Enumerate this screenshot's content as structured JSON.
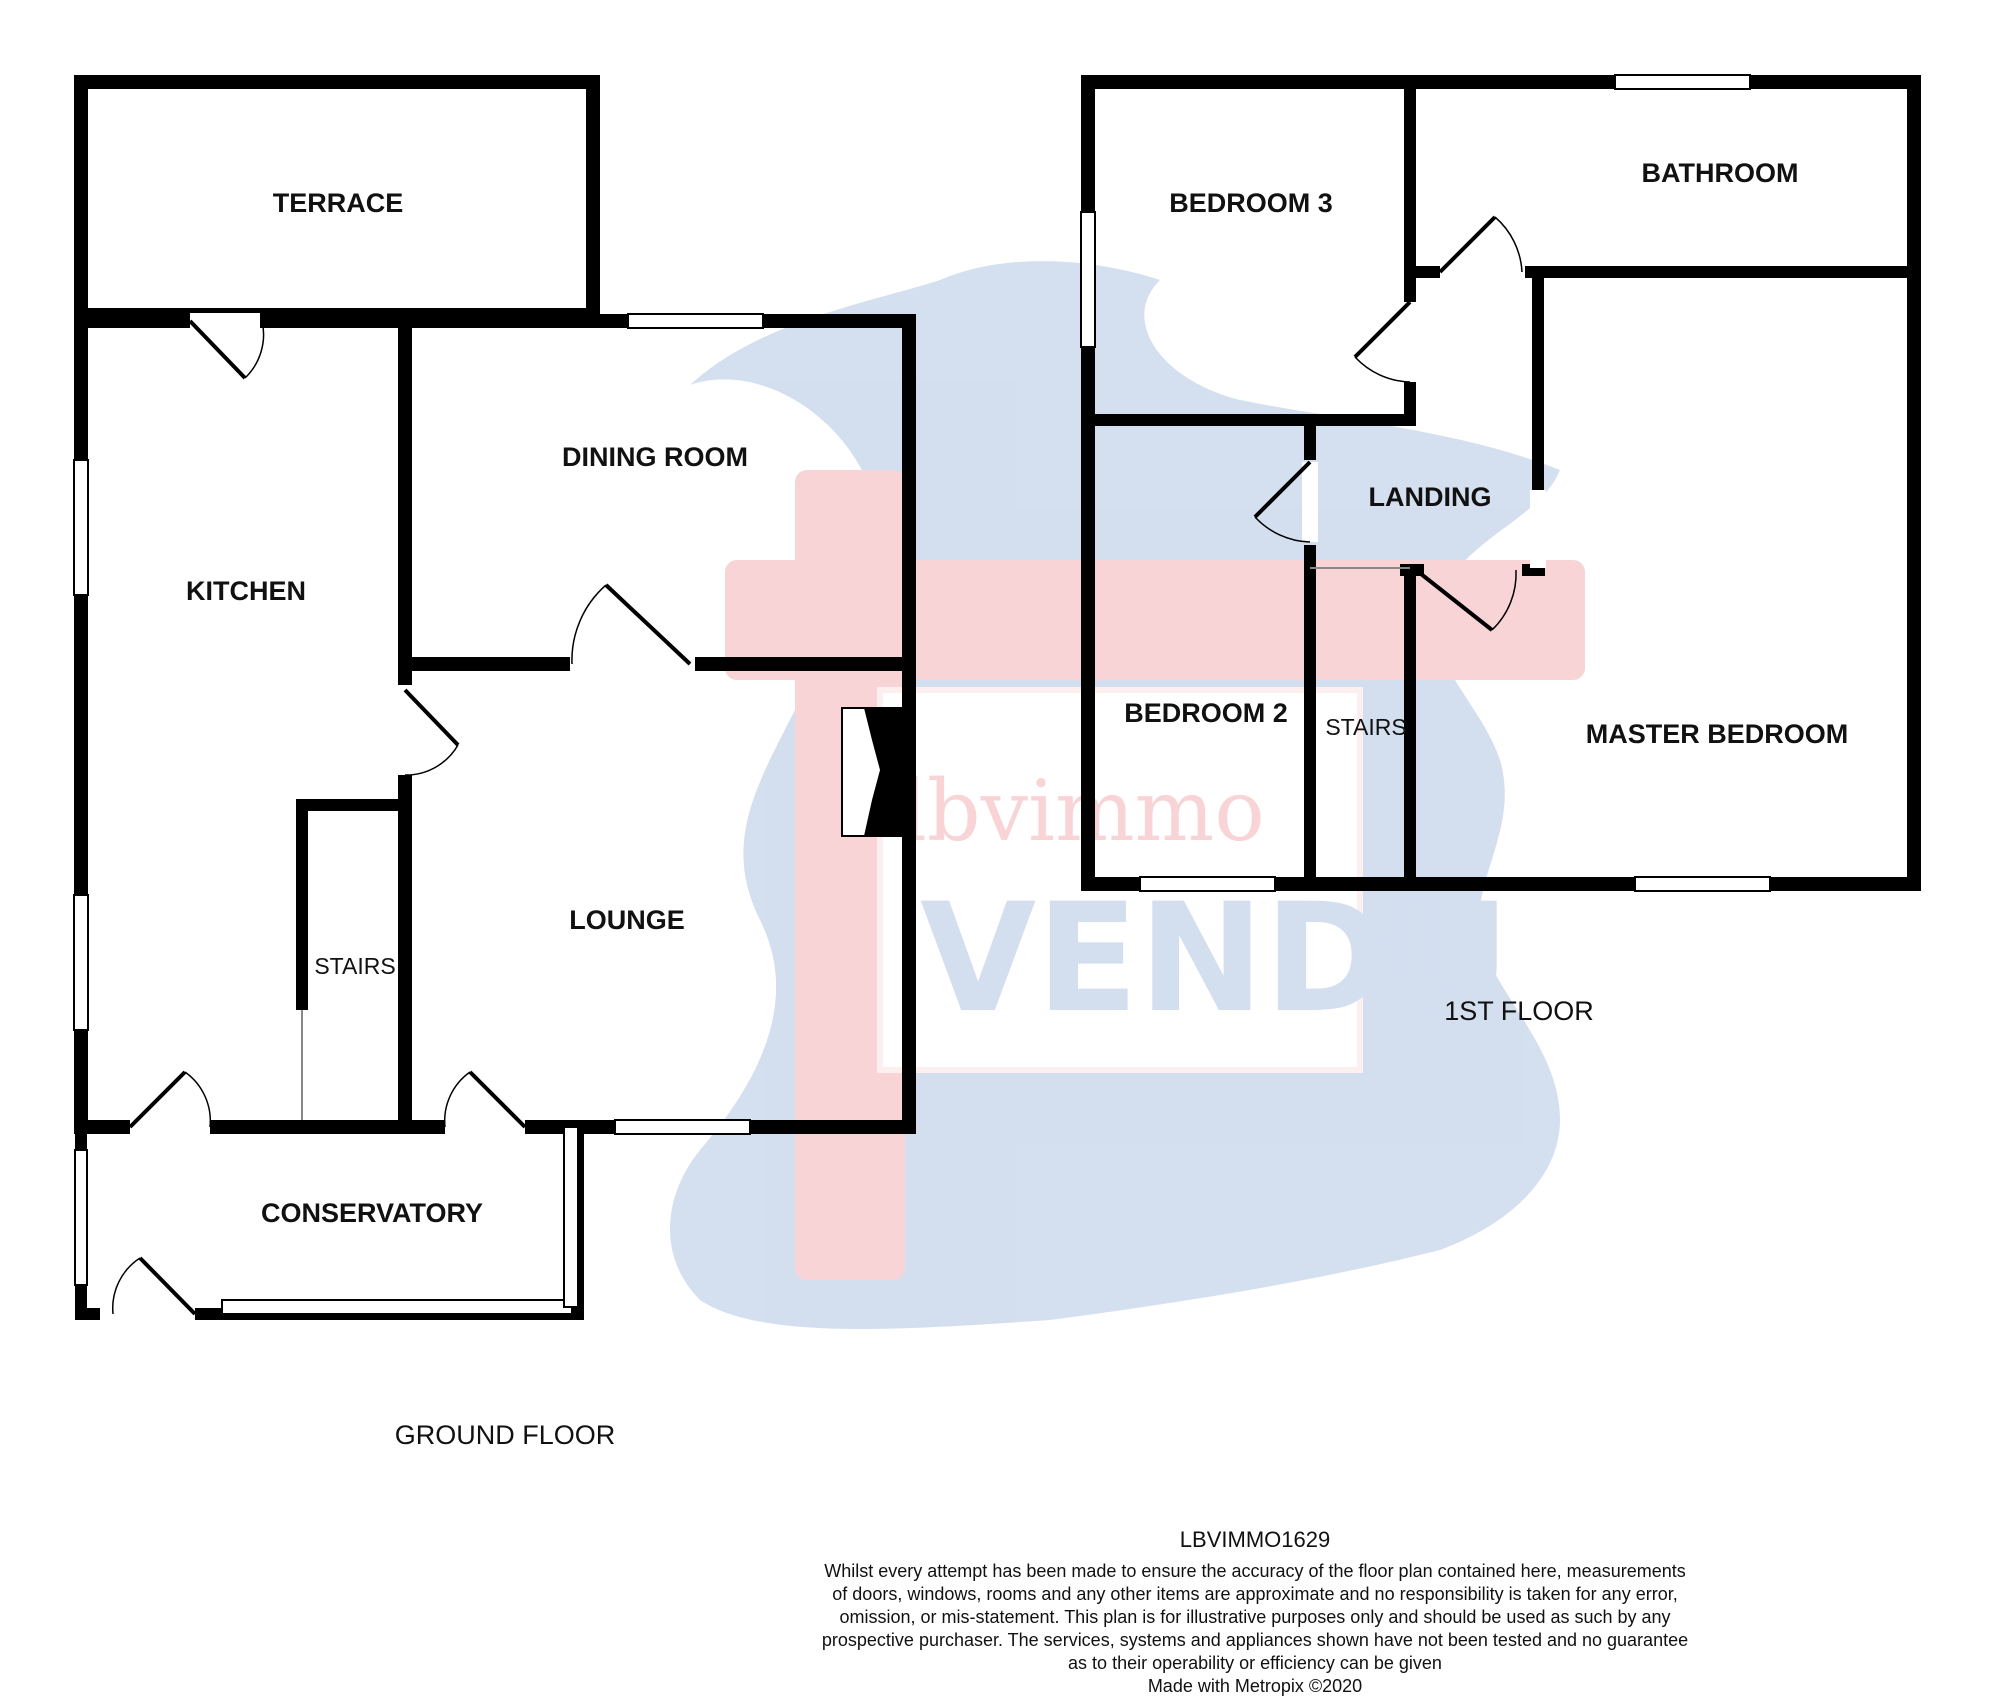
{
  "ground_floor": {
    "label": "GROUND FLOOR",
    "rooms": {
      "terrace": "TERRACE",
      "dining_room": "DINING ROOM",
      "kitchen": "KITCHEN",
      "lounge": "LOUNGE",
      "stairs": "STAIRS",
      "conservatory": "CONSERVATORY"
    }
  },
  "first_floor": {
    "label": "1ST FLOOR",
    "rooms": {
      "bedroom_3": "BEDROOM 3",
      "bathroom": "BATHROOM",
      "landing": "LANDING",
      "bedroom_2": "BEDROOM 2",
      "stairs": "STAIRS",
      "master_bedroom": "MASTER BEDROOM"
    }
  },
  "watermark": {
    "brand": "lbvimmo",
    "status": "VENDU",
    "colors": {
      "red": "#e8424a",
      "blue": "#3a6fb8",
      "pink": "#f6b8bc"
    }
  },
  "footer": {
    "reference": "LBVIMMO1629",
    "disclaimer_lines": [
      "Whilst every attempt has been made to ensure the accuracy of the floor plan contained here, measurements",
      "of doors, windows, rooms and any other items are approximate and no responsibility is taken for any error,",
      "omission, or mis-statement. This plan is for illustrative purposes only and should be used as such by any",
      "prospective purchaser. The services, systems and appliances shown have not been tested and no guarantee",
      "as to their operability or efficiency can be given",
      "Made with Metropix ©2020"
    ]
  }
}
